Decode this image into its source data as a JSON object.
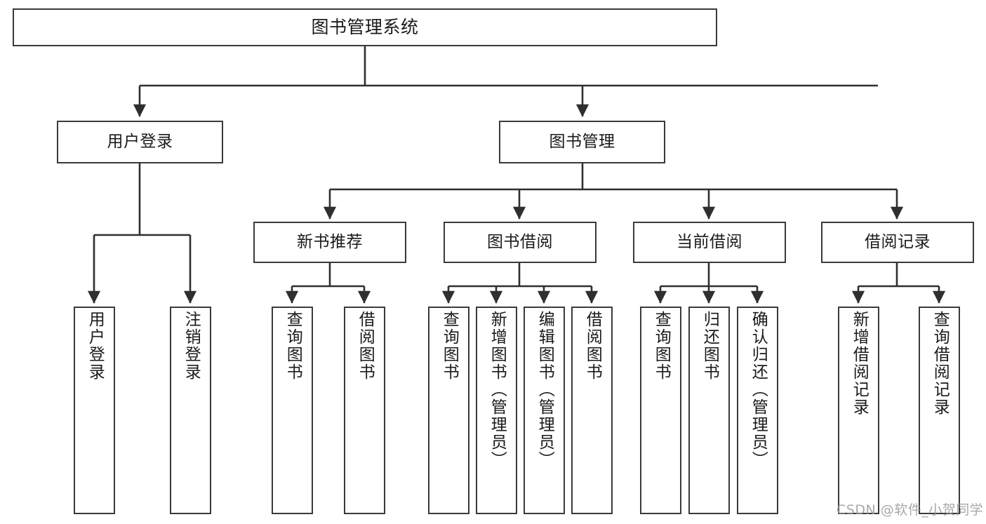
{
  "diagram": {
    "type": "tree-hierarchy",
    "title": "图书管理系统",
    "watermark": "CSDN @软件_小贺同学",
    "colors": {
      "box_border": "#3a3a3a",
      "box_fill": "#ffffff",
      "connector": "#2f2f2f",
      "text": "#1a1a1a",
      "watermark_text": "#9a9a9a",
      "background": "#ffffff"
    },
    "root": {
      "label": "图书管理系统"
    },
    "level1": [
      {
        "label": "用户登录"
      },
      {
        "label": "图书管理"
      }
    ],
    "level2": [
      {
        "label": "新书推荐"
      },
      {
        "label": "图书借阅"
      },
      {
        "label": "当前借阅"
      },
      {
        "label": "借阅记录"
      }
    ],
    "leaves": {
      "user_login": [
        {
          "label": "用户登录"
        },
        {
          "label": "注销登录"
        }
      ],
      "new_book_recommend": [
        {
          "label": "查询图书"
        },
        {
          "label": "借阅图书"
        }
      ],
      "book_borrow": [
        {
          "label": "查询图书"
        },
        {
          "label": "新增图书（管理员）"
        },
        {
          "label": "编辑图书（管理员）"
        },
        {
          "label": "借阅图书"
        }
      ],
      "current_borrow": [
        {
          "label": "查询图书"
        },
        {
          "label": "归还图书"
        },
        {
          "label": "确认归还（管理员）"
        }
      ],
      "borrow_record": [
        {
          "label": "新增借阅记录"
        },
        {
          "label": "查询借阅记录"
        }
      ]
    }
  }
}
